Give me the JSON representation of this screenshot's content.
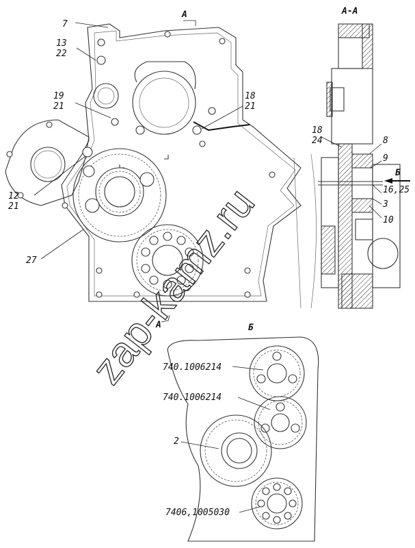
{
  "main_view": {
    "section_mark_top": "А",
    "section_mark_bottom": "А",
    "callouts": {
      "c7": "7",
      "c13_22": [
        "13",
        "22"
      ],
      "c19_21": [
        "19",
        "21"
      ],
      "c12_21": [
        "12",
        "21"
      ],
      "c27": "27",
      "c18_21": [
        "18",
        "21"
      ]
    }
  },
  "section_view": {
    "title": "А-А",
    "callouts": {
      "c18_24": [
        "18",
        "24"
      ],
      "c8": "8",
      "c9": "9",
      "view_arrow": "Б",
      "c16_25": "16,25",
      "c3": "3",
      "c10": "10"
    }
  },
  "detail_view": {
    "title": "Б",
    "callouts": {
      "gear_top": "740.1006214",
      "gear_middle": "740.1006214",
      "gear_large": "2",
      "gear_bottom": "7406,1005030"
    }
  },
  "watermark": "zap-kamz.ru"
}
